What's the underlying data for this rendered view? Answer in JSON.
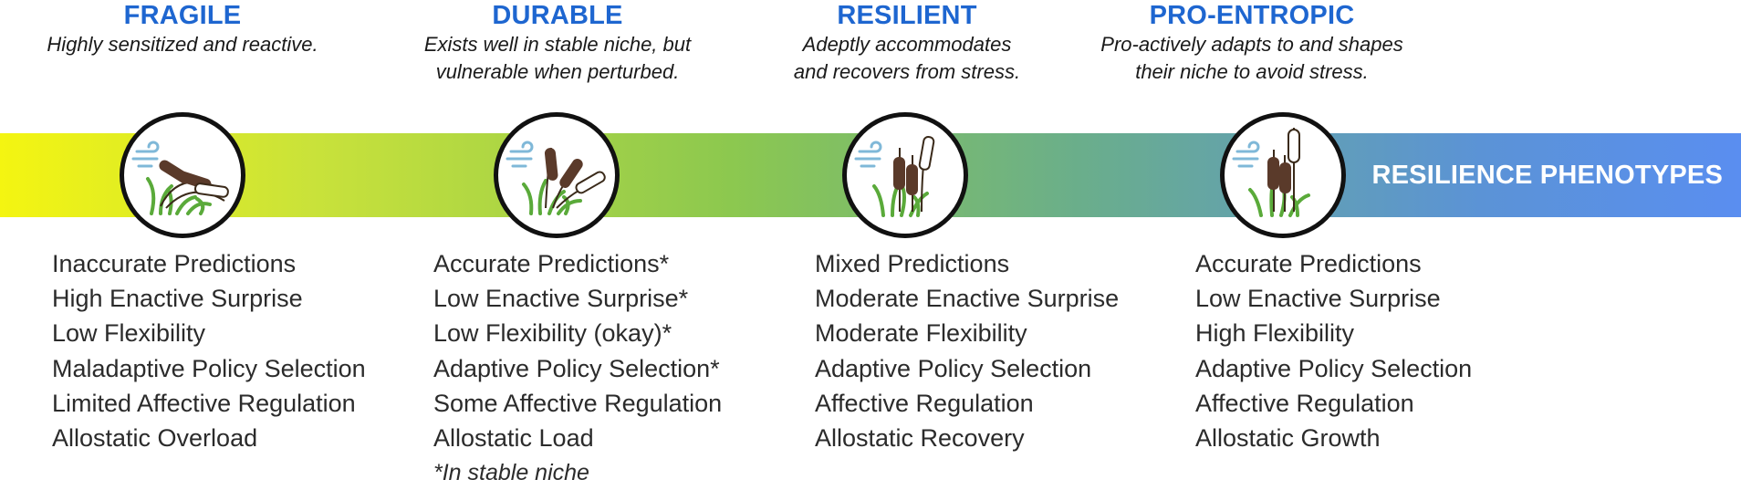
{
  "band_label": "RESILIENCE PHENOTYPES",
  "colors": {
    "title": "#1e66d0",
    "band_start": "#f4f511",
    "band_end": "#5a8ef0",
    "cattail": "#5a3a2a",
    "grass": "#5aaa3a",
    "wind": "#7fb8d8"
  },
  "phenotypes": [
    {
      "title": "FRAGILE",
      "desc_line1": "Highly sensitized and reactive.",
      "desc_line2": "",
      "icon": "bent-cattails-wind-icon",
      "traits": [
        "Inaccurate Predictions",
        "High Enactive Surprise",
        "Low Flexibility",
        "Maladaptive Policy Selection",
        "Limited Affective Regulation",
        "Allostatic Overload"
      ]
    },
    {
      "title": "DURABLE",
      "desc_line1": "Exists well in stable niche, but",
      "desc_line2": "vulnerable when perturbed.",
      "icon": "leaning-cattails-wind-icon",
      "traits": [
        "Accurate Predictions*",
        "Low Enactive Surprise*",
        "Low Flexibility (okay)*",
        "Adaptive Policy Selection*",
        "Some Affective Regulation",
        "Allostatic Load"
      ]
    },
    {
      "title": "RESILIENT",
      "desc_line1": "Adeptly accommodates",
      "desc_line2": "and recovers from stress.",
      "icon": "upright-cattails-wind-icon",
      "traits": [
        "Mixed Predictions",
        "Moderate Enactive Surprise",
        "Moderate Flexibility",
        "Adaptive Policy Selection",
        "Affective Regulation",
        "Allostatic Recovery"
      ]
    },
    {
      "title": "PRO-ENTROPIC",
      "desc_line1": "Pro-actively adapts to and shapes",
      "desc_line2": "their niche to avoid stress.",
      "icon": "tall-cattails-wind-icon",
      "traits": [
        "Accurate Predictions",
        "Low Enactive Surprise",
        "High Flexibility",
        "Adaptive Policy Selection",
        "Affective Regulation",
        "Allostatic Growth"
      ]
    }
  ],
  "footnote": "*In stable niche"
}
